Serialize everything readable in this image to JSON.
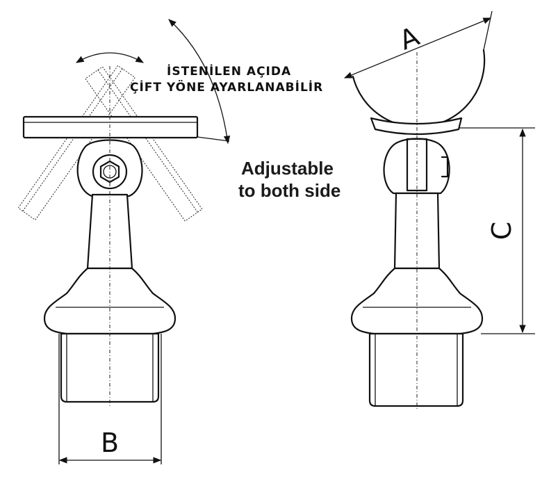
{
  "annotation": {
    "line1": "İSTENİLEN AÇIDA",
    "line2": "ÇİFT YÖNE AYARLANABİLİR"
  },
  "caption": {
    "line1": "Adjustable",
    "line2": "to both side"
  },
  "dimensions": {
    "a": "A",
    "b": "B",
    "c": "C"
  }
}
